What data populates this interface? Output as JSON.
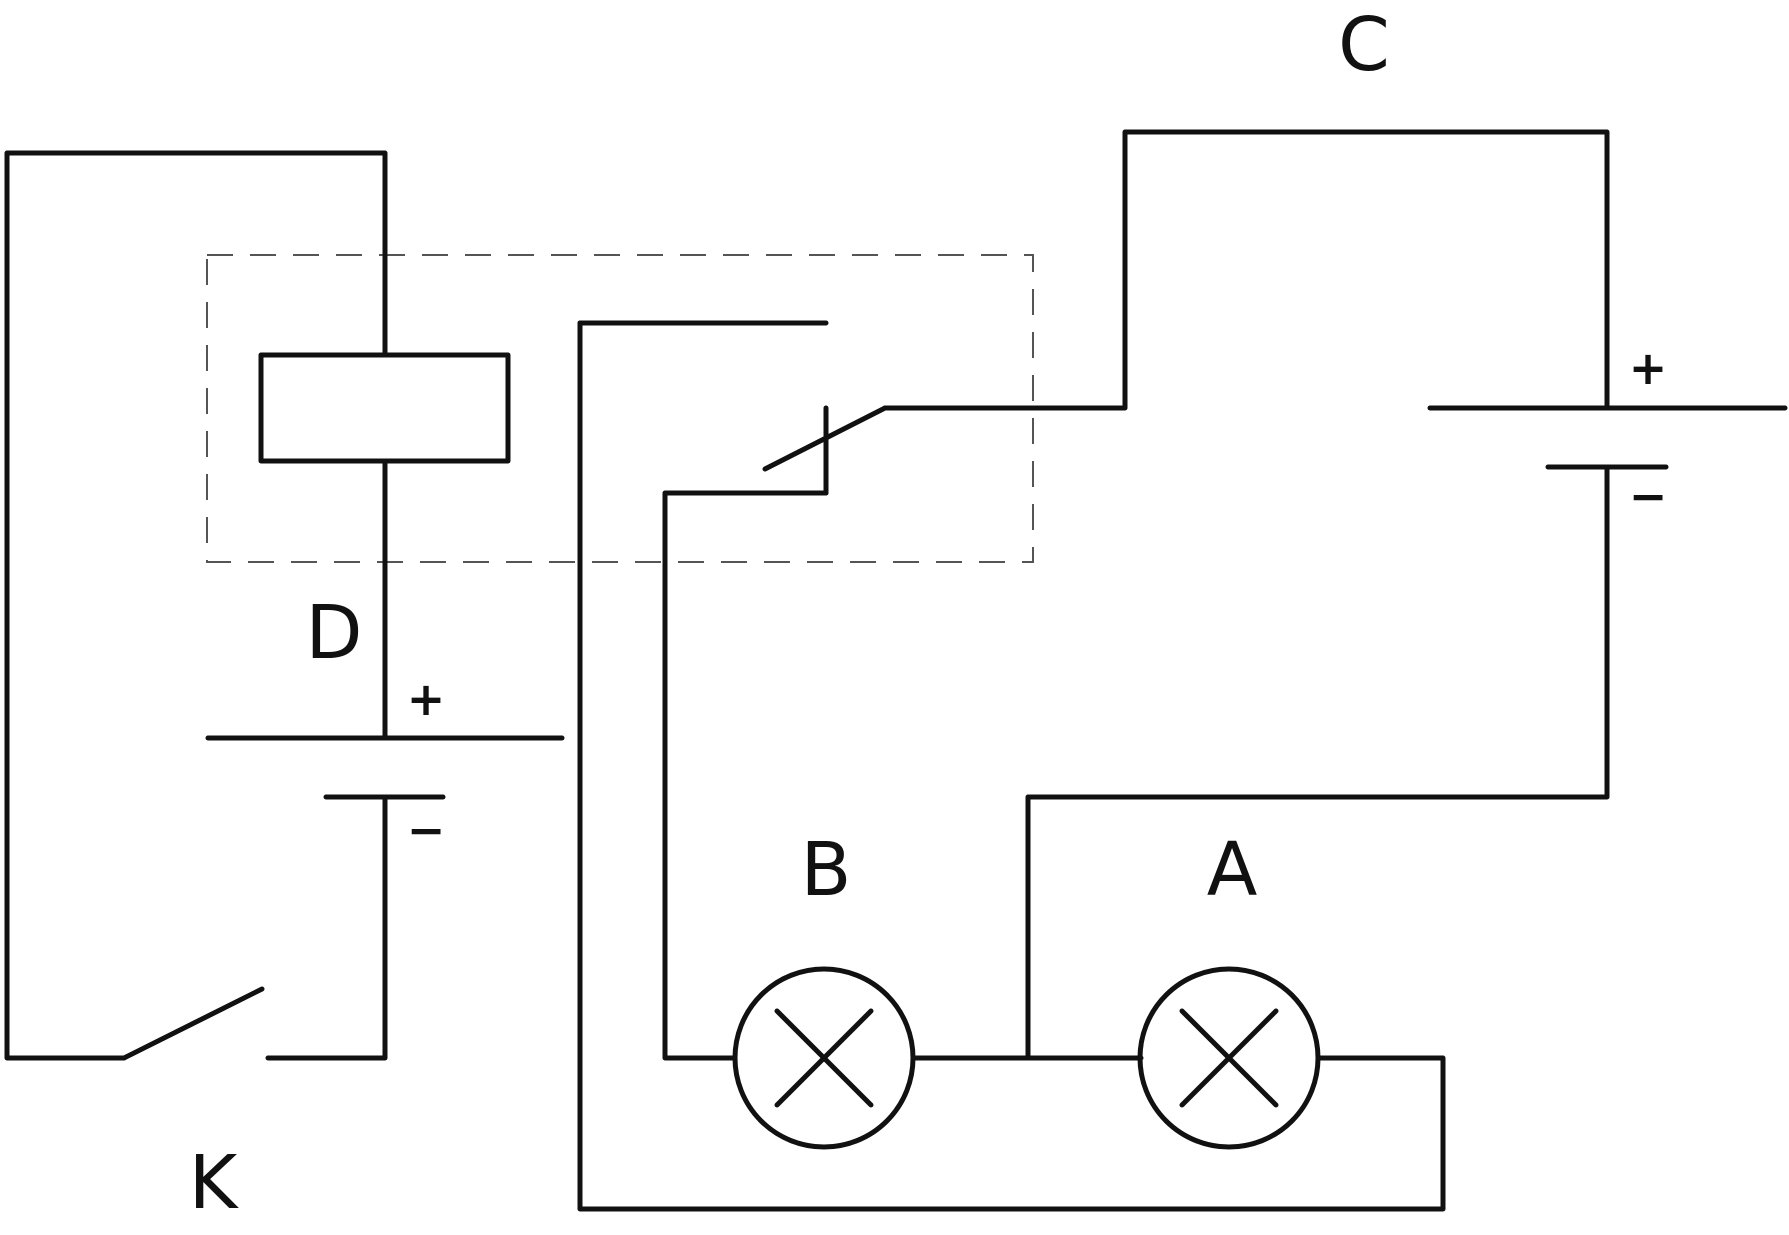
{
  "labels": {
    "A": "A",
    "B": "B",
    "C": "C",
    "D": "D",
    "K": "K"
  },
  "battery_left": {
    "plus": "+",
    "minus": "−"
  },
  "battery_right": {
    "plus": "+",
    "minus": "−"
  },
  "colors": {
    "line": "#111111",
    "dashed": "#555555",
    "background": "#ffffff"
  }
}
